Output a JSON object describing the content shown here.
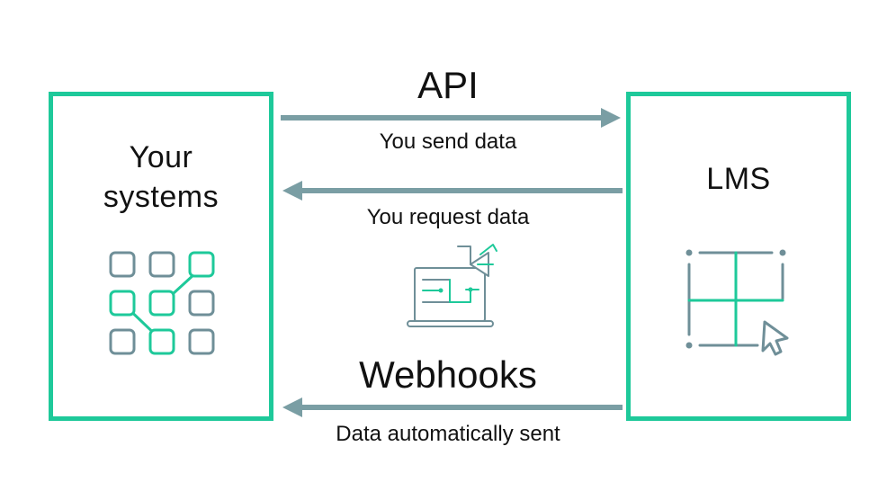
{
  "diagram": {
    "left_box": {
      "title_line1": "Your",
      "title_line2": "systems"
    },
    "right_box": {
      "title": "LMS"
    },
    "api": {
      "label": "API",
      "send_label": "You send data",
      "request_label": "You request data"
    },
    "webhooks": {
      "label": "Webhooks",
      "sent_label": "Data automatically sent"
    },
    "icons": {
      "left": "systems-grid-icon",
      "center": "laptop-workflow-icon",
      "right": "lms-grid-cursor-icon"
    },
    "colors": {
      "accent": "#1ec99a",
      "arrow": "#7a9ea4",
      "icon": "#6f8f98",
      "text": "#111111"
    }
  }
}
